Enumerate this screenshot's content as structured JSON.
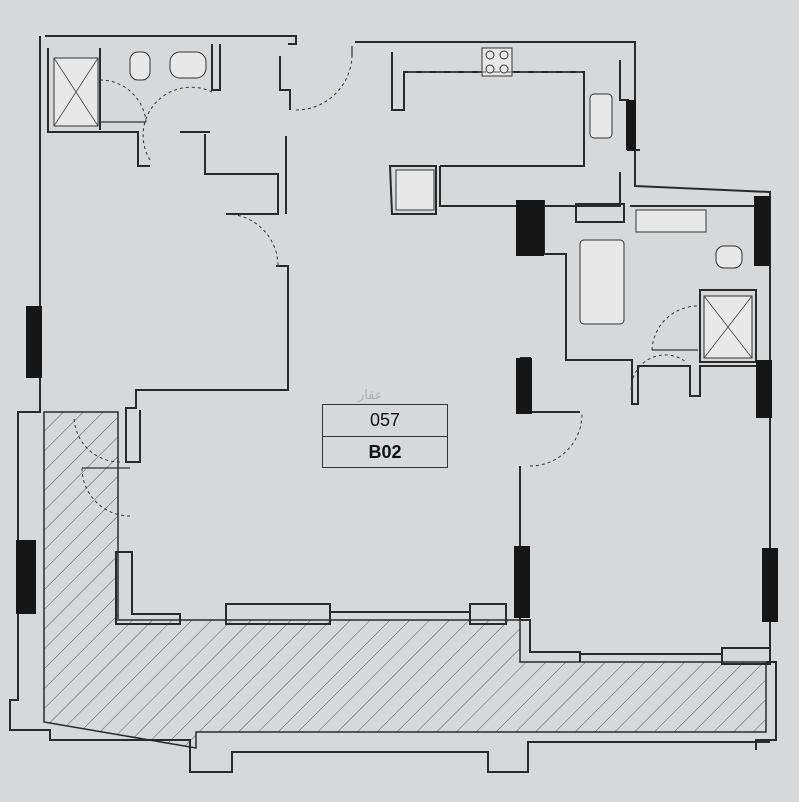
{
  "unit_label": {
    "number": "057",
    "code": "B02"
  },
  "watermark": "عقار",
  "colors": {
    "background": "#d7d8da",
    "wall": "#2a2a2a",
    "column": "#161616",
    "hatch": "#555555"
  }
}
